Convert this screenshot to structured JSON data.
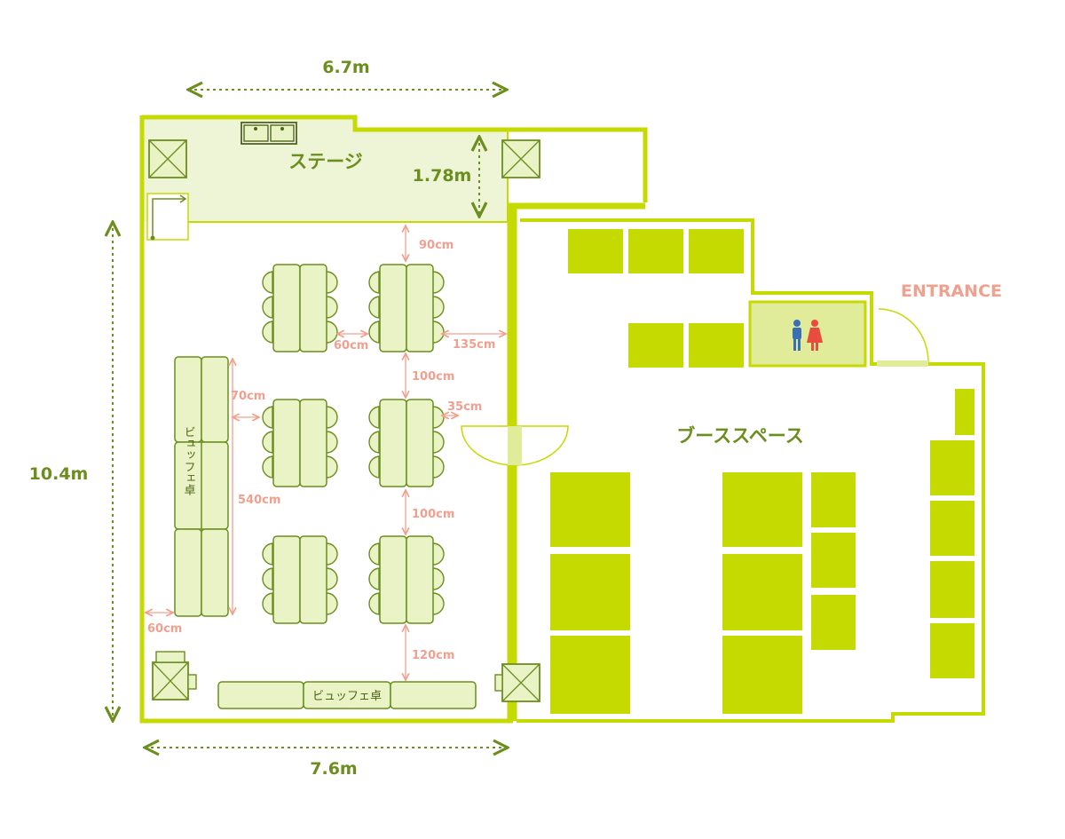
{
  "dimensions": {
    "top_width": "6.7m",
    "stage_depth": "1.78m",
    "height": "10.4m",
    "bottom_width": "7.6m"
  },
  "rooms": {
    "stage": "ステージ",
    "booth_space": "ブーススペース",
    "entrance": "ENTRANCE"
  },
  "buffet_label": "ビュッフェ卓",
  "spacing": {
    "stage_to_tables": "90cm",
    "table_gap_h": "60cm",
    "table_to_wall": "135cm",
    "row_gap_1": "100cm",
    "buffet_to_table": "70cm",
    "table_to_wall_small": "35cm",
    "buffet_length": "540cm",
    "row_gap_2": "100cm",
    "wall_to_buffet": "60cm",
    "table_to_bottom_buffet": "120cm"
  },
  "colors": {
    "wall": "#c5da00",
    "light_fill": "#eef5d6",
    "table_fill": "#e9f3c6",
    "booth": "#c5da00",
    "dim_line": "#6b8e1e",
    "pink": "#f0a08f",
    "restroom": "#e0ec99"
  },
  "icons": [
    "restroom-icon",
    "pillar-icon",
    "sink-icon",
    "door-icon"
  ]
}
